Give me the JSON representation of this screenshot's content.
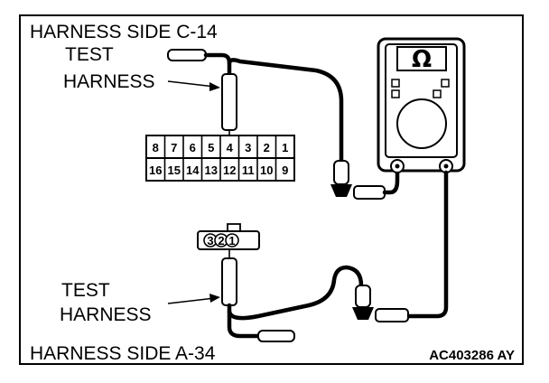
{
  "labels": {
    "harness_side_top": "HARNESS SIDE C-14",
    "test_harness_top_line1": "TEST",
    "test_harness_top_line2": "HARNESS",
    "test_harness_bottom_line1": "TEST",
    "test_harness_bottom_line2": "HARNESS",
    "harness_side_bottom": "HARNESS SIDE A-34",
    "figure_code": "AC403286 AY"
  },
  "meter": {
    "symbol": "Ω"
  },
  "connector_c14": {
    "top_row": [
      "8",
      "7",
      "6",
      "5",
      "4",
      "3",
      "2",
      "1"
    ],
    "bottom_row": [
      "16",
      "15",
      "14",
      "13",
      "12",
      "11",
      "10",
      "9"
    ]
  },
  "connector_a34": {
    "pins": [
      "3",
      "2",
      "1"
    ]
  },
  "colors": {
    "line": "#000000",
    "background": "#ffffff"
  }
}
